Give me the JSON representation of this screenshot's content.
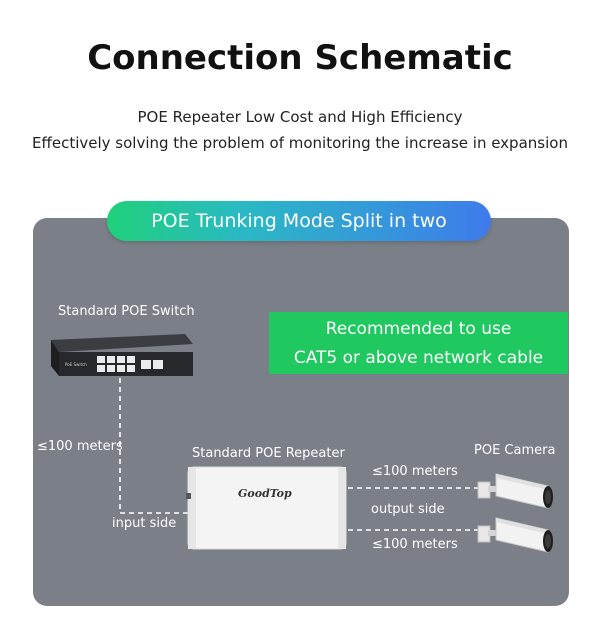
{
  "header": {
    "title": "Connection Schematic",
    "subtitle_line1": "POE Repeater Low Cost and High Efficiency",
    "subtitle_line2": "Effectively solving the problem of monitoring the increase in expansion"
  },
  "diagram": {
    "mode_label": "POE Trunking Mode Split in two",
    "recommend_line1": "Recommended to use",
    "recommend_line2": "CAT5 or above network cable",
    "switch_label": "Standard POE Switch",
    "repeater_label": "Standard POE Repeater",
    "camera_label": "POE Camera",
    "distance_left": "≤100 meters",
    "input_side": "input side",
    "distance_top": "≤100 meters",
    "output_side": "output side",
    "distance_bottom": "≤100 meters",
    "repeater_brand": "GoodTop",
    "switch_model_text": "PoE Switch"
  },
  "colors": {
    "panel": "#7b8088",
    "accent_green": "#1fc95f",
    "pill_start": "#1fd07a",
    "pill_end": "#3e7bec"
  }
}
